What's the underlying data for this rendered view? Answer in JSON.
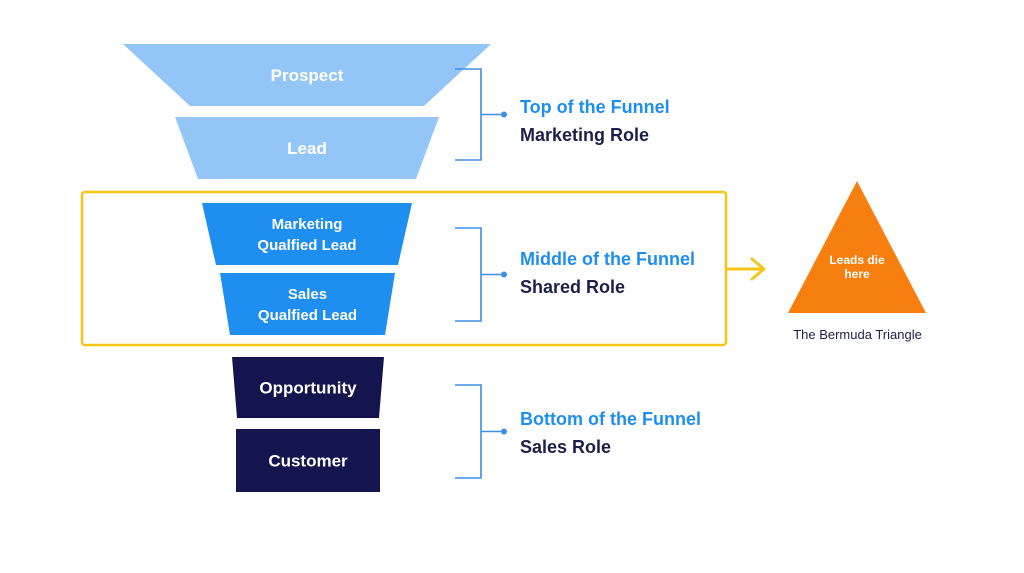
{
  "stages": [
    {
      "lines": [
        "Prospect"
      ],
      "color": "#93c5f7",
      "text_color": "#ffffff"
    },
    {
      "lines": [
        "Lead"
      ],
      "color": "#93c5f7",
      "text_color": "#ffffff"
    },
    {
      "lines": [
        "Marketing",
        "Qualfied Lead"
      ],
      "color": "#1e8ef0",
      "text_color": "#ffffff"
    },
    {
      "lines": [
        "Sales",
        "Qualfied Lead"
      ],
      "color": "#1e8ef0",
      "text_color": "#ffffff"
    },
    {
      "lines": [
        "Opportunity"
      ],
      "color": "#14154f",
      "text_color": "#ffffff"
    },
    {
      "lines": [
        "Customer"
      ],
      "color": "#14154f",
      "text_color": "#ffffff"
    }
  ],
  "groups": [
    {
      "title": "Top of the Funnel",
      "role": "Marketing Role"
    },
    {
      "title": "Middle of the Funnel",
      "role": "Shared Role"
    },
    {
      "title": "Bottom of the Funnel",
      "role": "Sales Role"
    }
  ],
  "triangle": {
    "lines": [
      "Leads die",
      "here"
    ],
    "caption": "The Bermuda Triangle",
    "color": "#f77f10"
  },
  "colors": {
    "title_blue": "#1e8ef0",
    "dark_navy": "#1c1f4a",
    "bracket_blue": "#3d8fe6",
    "highlight_yellow": "#f5c518"
  }
}
